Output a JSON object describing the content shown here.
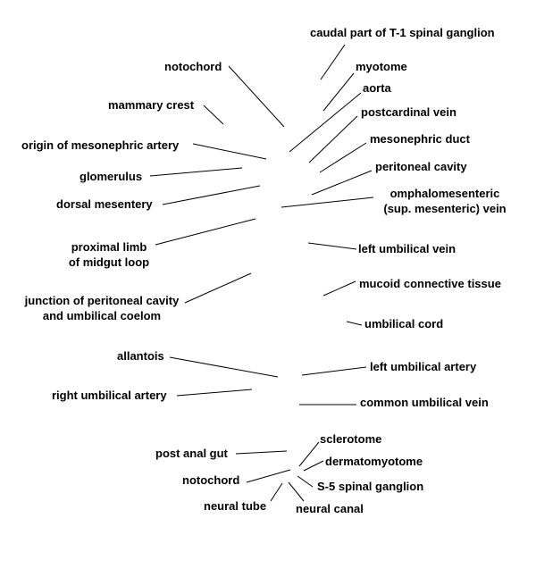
{
  "labels": {
    "caudal_t1": "caudal part of T-1 spinal ganglion",
    "notochord_top": "notochord",
    "myotome": "myotome",
    "aorta": "aorta",
    "mammary_crest": "mammary crest",
    "postcardinal_vein": "postcardinal vein",
    "mesonephric_duct": "mesonephric duct",
    "origin_mesonephric_artery": "origin of mesonephric artery",
    "glomerulus": "glomerulus",
    "peritoneal_cavity": "peritoneal cavity",
    "dorsal_mesentery": "dorsal mesentery",
    "omphalo_line1": "omphalomesenteric",
    "omphalo_line2": "(sup. mesenteric) vein",
    "proximal_line1": "proximal limb",
    "proximal_line2": "of midgut loop",
    "left_umbilical_vein": "left umbilical vein",
    "mucoid": "mucoid connective tissue",
    "junction_line1": "junction of peritoneal cavity",
    "junction_line2": "and umbilical coelom",
    "umbilical_cord": "umbilical cord",
    "allantois": "allantois",
    "left_umbilical_artery": "left umbilical artery",
    "right_umbilical_artery": "right umbilical artery",
    "common_umbilical_vein": "common umbilical vein",
    "sclerotome": "sclerotome",
    "post_anal_gut": "post anal gut",
    "dermatomyotome": "dermatomyotome",
    "notochord_bottom": "notochord",
    "s5_ganglion": "S-5 spinal ganglion",
    "neural_tube": "neural tube",
    "neural_canal": "neural canal"
  }
}
